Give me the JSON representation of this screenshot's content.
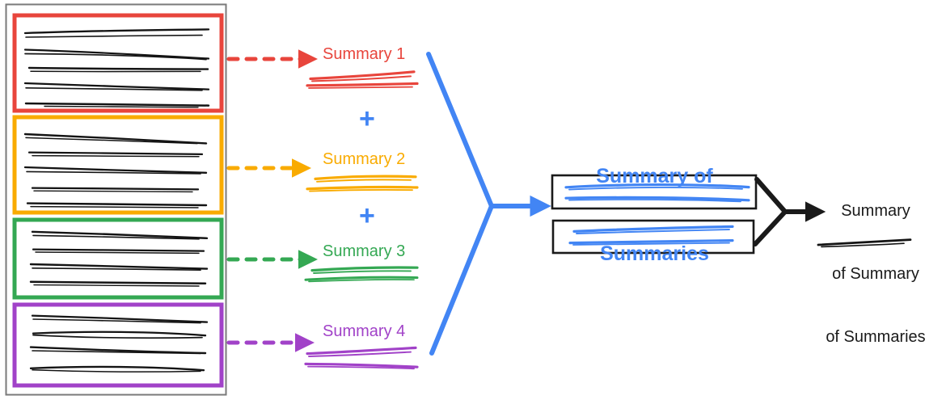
{
  "diagram": {
    "title": "Hierarchical map-reduce summarization diagram",
    "colors": {
      "red": "#e8453c",
      "orange": "#f9ab00",
      "green": "#34a853",
      "purple": "#a142c8",
      "blue": "#4285f4",
      "black": "#1a1a1a",
      "gray_box": "#7a7a7a"
    },
    "source": {
      "name": "source-document-container",
      "chunks": [
        {
          "id": "chunk-1",
          "color_name": "red",
          "color": "#e8453c",
          "line_count": 5
        },
        {
          "id": "chunk-2",
          "color_name": "orange",
          "color": "#f9ab00",
          "line_count": 5
        },
        {
          "id": "chunk-3",
          "color_name": "green",
          "color": "#34a853",
          "line_count": 4
        },
        {
          "id": "chunk-4",
          "color_name": "purple",
          "color": "#a142c8",
          "line_count": 4
        }
      ]
    },
    "summaries": [
      {
        "label": "Summary 1",
        "color": "#e8453c",
        "arrow": "dashed-arrow-red"
      },
      {
        "label": "Summary 2",
        "color": "#f9ab00",
        "arrow": "dashed-arrow-orange"
      },
      {
        "label": "Summary 3",
        "color": "#34a853",
        "arrow": "dashed-arrow-green"
      },
      {
        "label": "Summary 4",
        "color": "#a142c8",
        "arrow": "dashed-arrow-purple"
      }
    ],
    "operators": [
      {
        "symbol": "+",
        "between": "Summary 1 and Summary 2"
      },
      {
        "symbol": "+",
        "between": "Summary 2 and Summary 3"
      },
      {
        "symbol": "+",
        "between": "Summary 3 and Summary 4"
      }
    ],
    "summary_of_summaries": {
      "title_line_1": "Summary of",
      "title_line_2": "Summaries",
      "color": "#4285f4",
      "boxes": [
        {
          "id": "sos-box-1",
          "line_count": 2
        },
        {
          "id": "sos-box-2",
          "line_count": 2
        }
      ]
    },
    "final_output": {
      "line_1": "Summary",
      "line_2": "of Summary",
      "line_3": "of Summaries",
      "color": "#1a1a1a",
      "underline_count": 1
    }
  }
}
